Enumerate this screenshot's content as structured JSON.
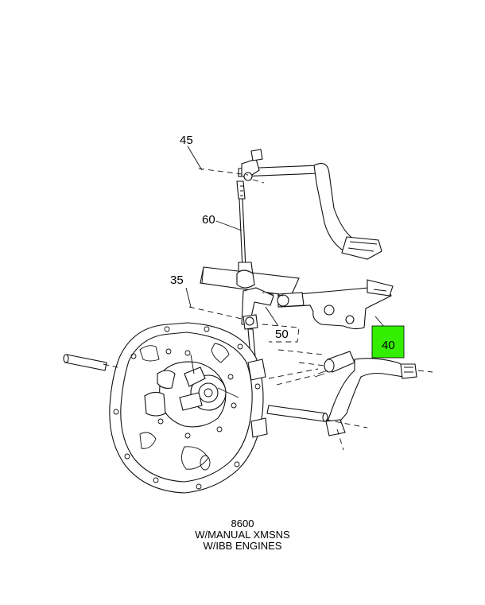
{
  "callouts": [
    {
      "id": "45",
      "label": "45",
      "highlighted": false
    },
    {
      "id": "60",
      "label": "60",
      "highlighted": false
    },
    {
      "id": "35",
      "label": "35",
      "highlighted": false
    },
    {
      "id": "50",
      "label": "50",
      "highlighted": false
    },
    {
      "id": "40",
      "label": "40",
      "highlighted": true
    }
  ],
  "highlight_color": "#33ee00",
  "caption": {
    "line1": "8600",
    "line2": "W/MANUAL XMSNS",
    "line3": "W/IBB ENGINES"
  }
}
